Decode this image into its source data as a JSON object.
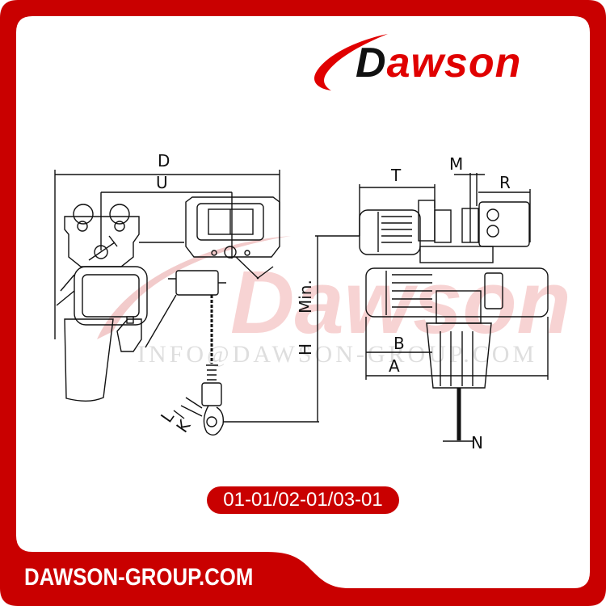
{
  "brand": {
    "logo_initial": "D",
    "logo_rest": "awson",
    "primary_color": "#c90000",
    "logo_red": "#e00000",
    "logo_black": "#111111"
  },
  "watermark": {
    "logo_text": "Dawson",
    "email_text": "INFO@DAWSON-GROUP.COM"
  },
  "diagram": {
    "left_view": {
      "labels": {
        "D": "D",
        "U": "U",
        "L": "L",
        "K": "K"
      }
    },
    "right_view": {
      "labels": {
        "T": "T",
        "M": "M",
        "R": "R",
        "H": "H",
        "Min": "Min.",
        "B": "B",
        "A": "A",
        "N": "N"
      }
    }
  },
  "model_code": "01-01/02-01/03-01",
  "footer": {
    "url": "DAWSON-GROUP.COM"
  }
}
